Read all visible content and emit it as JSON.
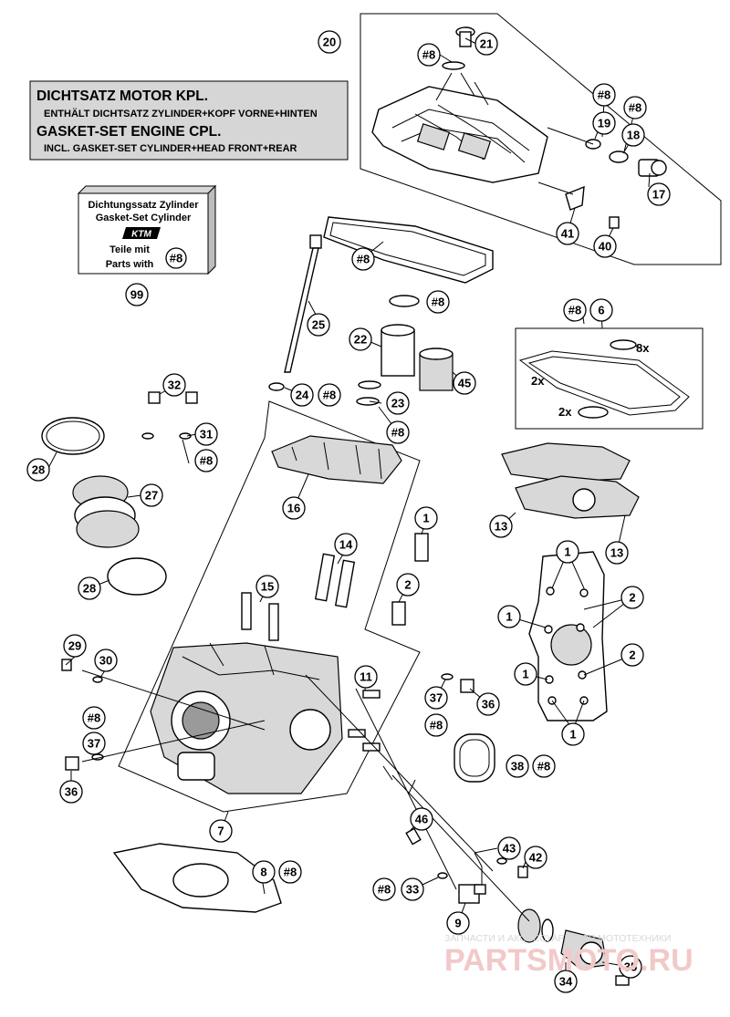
{
  "gasket_box": {
    "line1": "DICHTSATZ MOTOR KPL.",
    "line2": "ENTHÄLT DICHTSATZ ZYLINDER+KOPF VORNE+HINTEN",
    "line3": "GASKET-SET ENGINE CPL.",
    "line4": "INCL. GASKET-SET CYLINDER+HEAD FRONT+REAR"
  },
  "kit_box": {
    "line1": "Dichtungssatz Zylinder",
    "line2": "Gasket-Set Cylinder",
    "logo": "KTM",
    "line3": "Teile mit",
    "line4": "Parts with",
    "tag": "#8",
    "part_no": "99"
  },
  "callouts": {
    "c20": "20",
    "c21": "21",
    "c8a": "#8",
    "c8b": "#8",
    "c8c": "#8",
    "c19": "19",
    "c18": "18",
    "c17": "17",
    "c41": "41",
    "c40": "40",
    "c8d": "#8",
    "c8e": "#8",
    "c6": "6",
    "c25": "25",
    "c22": "22",
    "c45": "45",
    "c32": "32",
    "c31": "31",
    "c8f": "#8",
    "c24": "24",
    "c8g": "#8",
    "c23": "23",
    "c8h": "#8",
    "c28a": "28",
    "c27": "27",
    "c16": "16",
    "c13a": "13",
    "c13b": "13",
    "c14": "14",
    "c1a": "1",
    "c1b": "1",
    "c1c": "1",
    "c1d": "1",
    "c2a": "2",
    "c2b": "2",
    "c28b": "28",
    "c15": "15",
    "c2c": "2",
    "c29": "29",
    "c30": "30",
    "c11": "11",
    "c37a": "37",
    "c36a": "36",
    "c8i": "#8",
    "c37b": "37",
    "c8j": "#8",
    "c36b": "36",
    "c38": "38",
    "c8k": "#8",
    "c1e": "1",
    "c7": "7",
    "c46": "46",
    "c8": "8",
    "c8l": "#8",
    "c43": "43",
    "c42": "42",
    "c8m": "#8",
    "c33": "33",
    "c9": "9",
    "c35": "35",
    "c34": "34"
  },
  "gasket_set_labels": {
    "x8": "8x",
    "x2a": "2x",
    "x2b": "2x"
  },
  "watermark": {
    "line1": "ЗАПЧАСТИ И АКСЕССУАРЫ ДЛЯ МОТОТЕХНИКИ",
    "line2": "PARTSMOTO.RU"
  }
}
